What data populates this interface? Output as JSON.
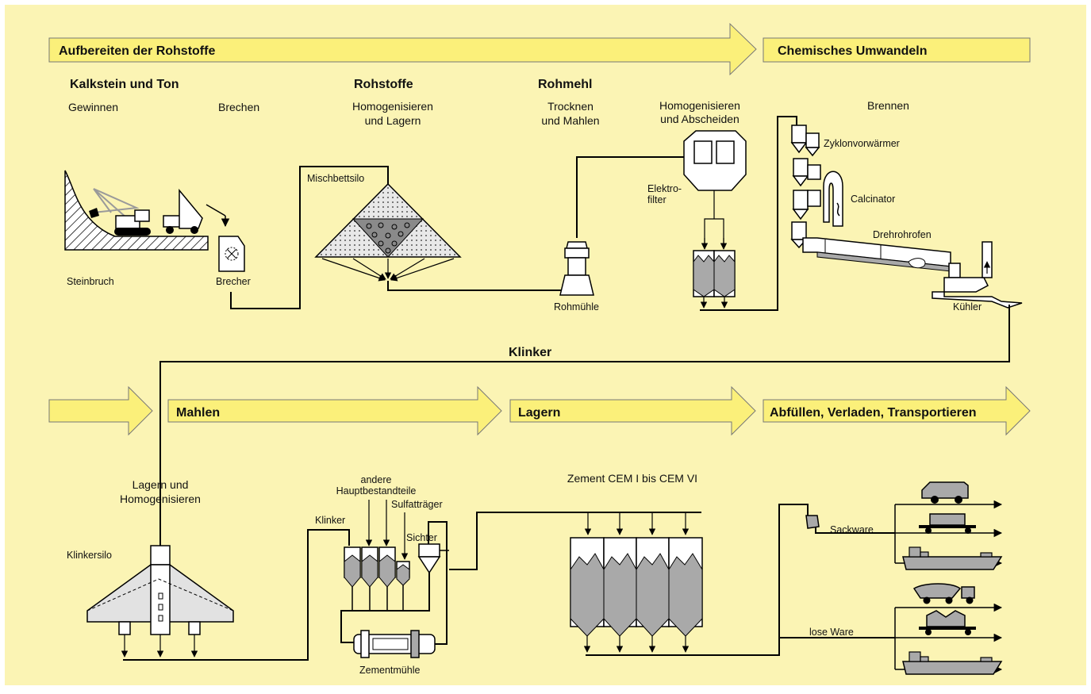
{
  "colors": {
    "background": "#FBF4B4",
    "arrow_fill": "#FBF07A",
    "line": "#000000",
    "gray": "#A9A9A9",
    "light_gray": "#DADADA"
  },
  "phases": {
    "raw": "Aufbereiten der Rohstoffe",
    "chemical": "Chemisches Umwandeln",
    "grinding": "Mahlen",
    "storage": "Lagern",
    "dispatch": "Abfüllen, Verladen, Transportieren"
  },
  "headings": {
    "limestone": "Kalkstein und Ton",
    "raw_materials": "Rohstoffe",
    "raw_meal": "Rohmehl",
    "clinker": "Klinker"
  },
  "steps": {
    "winning": "Gewinnen",
    "crushing": "Brechen",
    "homogenize1": "Homogenisieren",
    "homogenize2": "und Lagern",
    "drying1": "Trocknen",
    "drying2": "und Mahlen",
    "separate1": "Homogenisieren",
    "separate2": "und Abscheiden",
    "burning": "Brennen",
    "store_homog1": "Lagern und",
    "store_homog2": "Homogenisieren",
    "cement": "Zement CEM I bis CEM VI"
  },
  "labels": {
    "quarry": "Steinbruch",
    "crusher": "Brecher",
    "blending_silo": "Mischbettsilo",
    "raw_mill": "Rohmühle",
    "electro1": "Elektro-",
    "electro2": "filter",
    "cyclone": "Zyklonvorwärmer",
    "calcinator": "Calcinator",
    "kiln": "Drehrohrofen",
    "cooler": "Kühler",
    "clinker_silo": "Klinkersilo",
    "clinker": "Klinker",
    "other1": "andere",
    "other2": "Hauptbestandteile",
    "sulfate": "Sulfatträger",
    "separator": "Sichter",
    "cement_mill": "Zementmühle",
    "bagged": "Sackware",
    "bulk": "lose Ware"
  }
}
